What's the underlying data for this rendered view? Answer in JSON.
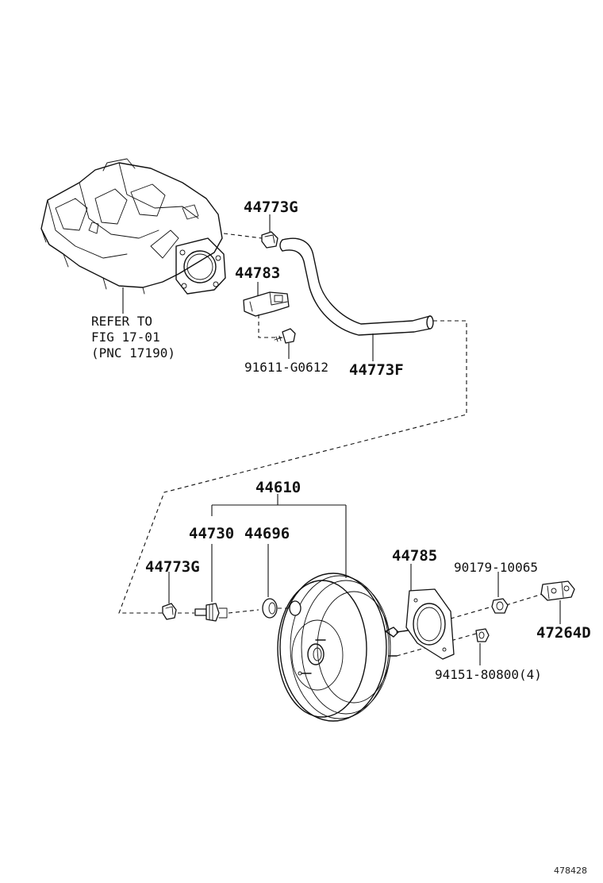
{
  "labels": {
    "p44773g_top": "44773G",
    "p44783": "44783",
    "p91611": "91611-G0612",
    "p44773f": "44773F",
    "refer_line1": "REFER TO",
    "refer_line2": "FIG 17-01",
    "refer_line3": "(PNC 17190)",
    "p44610": "44610",
    "p44730": "44730",
    "p44696": "44696",
    "p44773g_bottom": "44773G",
    "p44785": "44785",
    "p90179": "90179-10065",
    "p47264d": "47264D",
    "p94151": "94151-80800(4)",
    "illustration_id": "478428"
  }
}
